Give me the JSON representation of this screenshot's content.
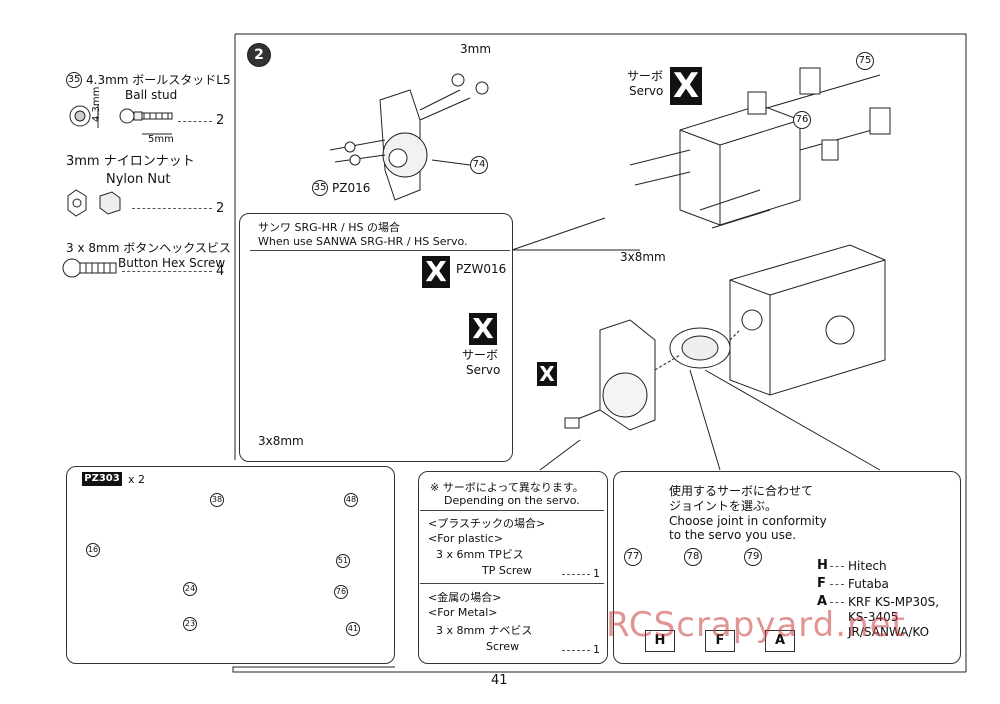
{
  "page_number": "41",
  "step_number": "2",
  "parts_list": [
    {
      "ref": "35",
      "jp": "4.3mm ボールスタッドL5",
      "en": "Ball stud",
      "qty": "2",
      "dim_a": "4.3mm",
      "dim_b": "5mm"
    },
    {
      "jp": "3mm ナイロンナット",
      "en": "Nylon Nut",
      "qty": "2"
    },
    {
      "jp": "3 x 8mm ボタンヘックスビス",
      "en": "Button Hex Screw",
      "qty": "4"
    }
  ],
  "main_diagram": {
    "label_3mm": "3mm",
    "label_ref35": "35",
    "label_pz016": "PZ016",
    "ref74": "74",
    "ref75": "75",
    "ref76": "76",
    "servo_jp": "サーボ",
    "servo_en": "Servo",
    "x_mark": "X",
    "label_3x8mm": "3x8mm"
  },
  "sanwa_box": {
    "title_jp": "サンワ SRG-HR / HS の場合",
    "title_en": "When use SANWA SRG-HR / HS Servo.",
    "pzw016": "PZW016",
    "servo_jp": "サーボ",
    "servo_en": "Servo",
    "x_mark": "X",
    "label_3x8mm": "3x8mm"
  },
  "pz303_box": {
    "tag": "PZ303",
    "qty": "x 2",
    "refs": [
      "16",
      "38",
      "48",
      "51",
      "24",
      "76",
      "23",
      "41"
    ]
  },
  "servo_dep_box": {
    "note_jp": "※ サーボによって異なります。",
    "note_en": "Depending on the servo.",
    "plastic_jp": "<プラスチックの場合>",
    "plastic_en": "<For plastic>",
    "plastic_size": "3 x 6mm TPビス",
    "plastic_name": "TP Screw",
    "plastic_qty": "1",
    "metal_jp": "<金属の場合>",
    "metal_en": "<For Metal>",
    "metal_size": "3 x 8mm ナベビス",
    "metal_name": "Screw",
    "metal_qty": "1"
  },
  "joint_box": {
    "line1_jp": "使用するサーボに合わせて",
    "line2_jp": "ジョイントを選ぶ。",
    "line1_en": "Choose joint in conformity",
    "line2_en": "to the servo you use.",
    "joints": [
      {
        "ref": "77",
        "letter": "H"
      },
      {
        "ref": "78",
        "letter": "F"
      },
      {
        "ref": "79",
        "letter": "A"
      }
    ],
    "legend": [
      {
        "key": "H",
        "value": "Hitech"
      },
      {
        "key": "F",
        "value": "Futaba"
      },
      {
        "key": "A",
        "value": "KRF KS-MP30S,"
      }
    ],
    "legend_extra1": "KS-3405",
    "legend_extra2": "JR/SANWA/KO"
  },
  "watermark": "RCScrapyard.net"
}
